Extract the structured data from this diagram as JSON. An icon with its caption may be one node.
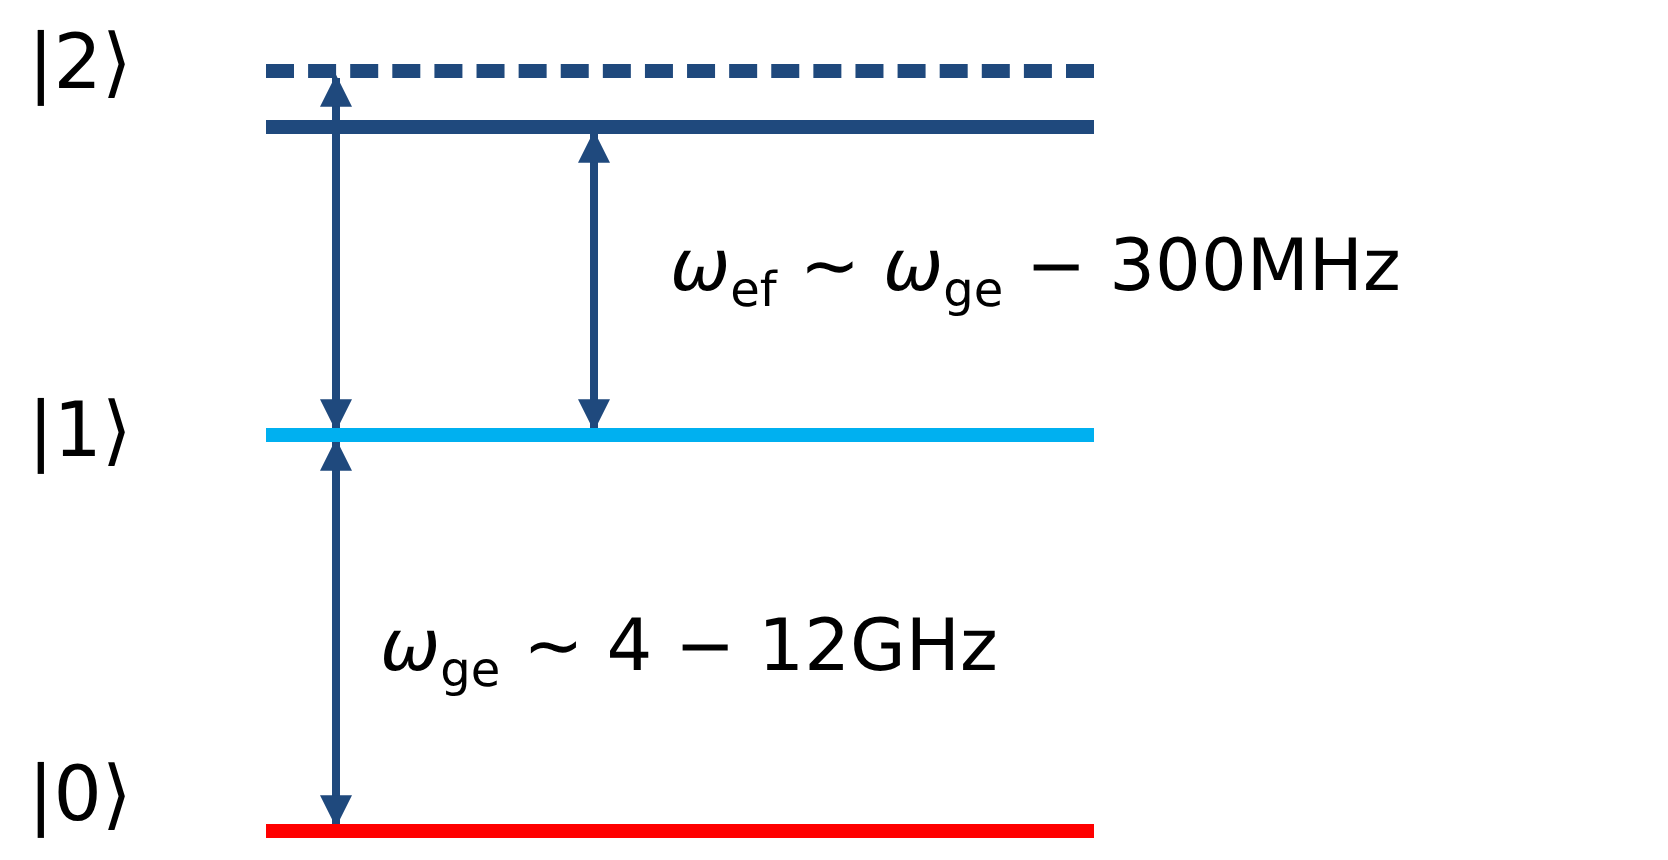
{
  "diagram": {
    "nodes": [
      {
        "text": [],
        "shape": "bar"
      },
      {
        "text": [],
        "shape": "bar",
        "beside": [
          "|2⟩"
        ]
      },
      {
        "text": [],
        "shape": "bar",
        "beside": [
          "|1⟩"
        ]
      },
      {
        "text": [],
        "shape": "bar",
        "beside": [
          "|0⟩"
        ]
      }
    ],
    "edges": [
      {
        "from": 0,
        "to": 2,
        "arrow": "both"
      },
      {
        "from": 1,
        "to": 2,
        "arrow": "both",
        "label": "*ω*$_{ef}$ ∼ *ω*$_{ge}$ − 300MHz"
      },
      {
        "from": 2,
        "to": 3,
        "arrow": "both",
        "label": "*ω*$_{ge}$ ∼ 4 − 12GHz"
      }
    ]
  }
}
